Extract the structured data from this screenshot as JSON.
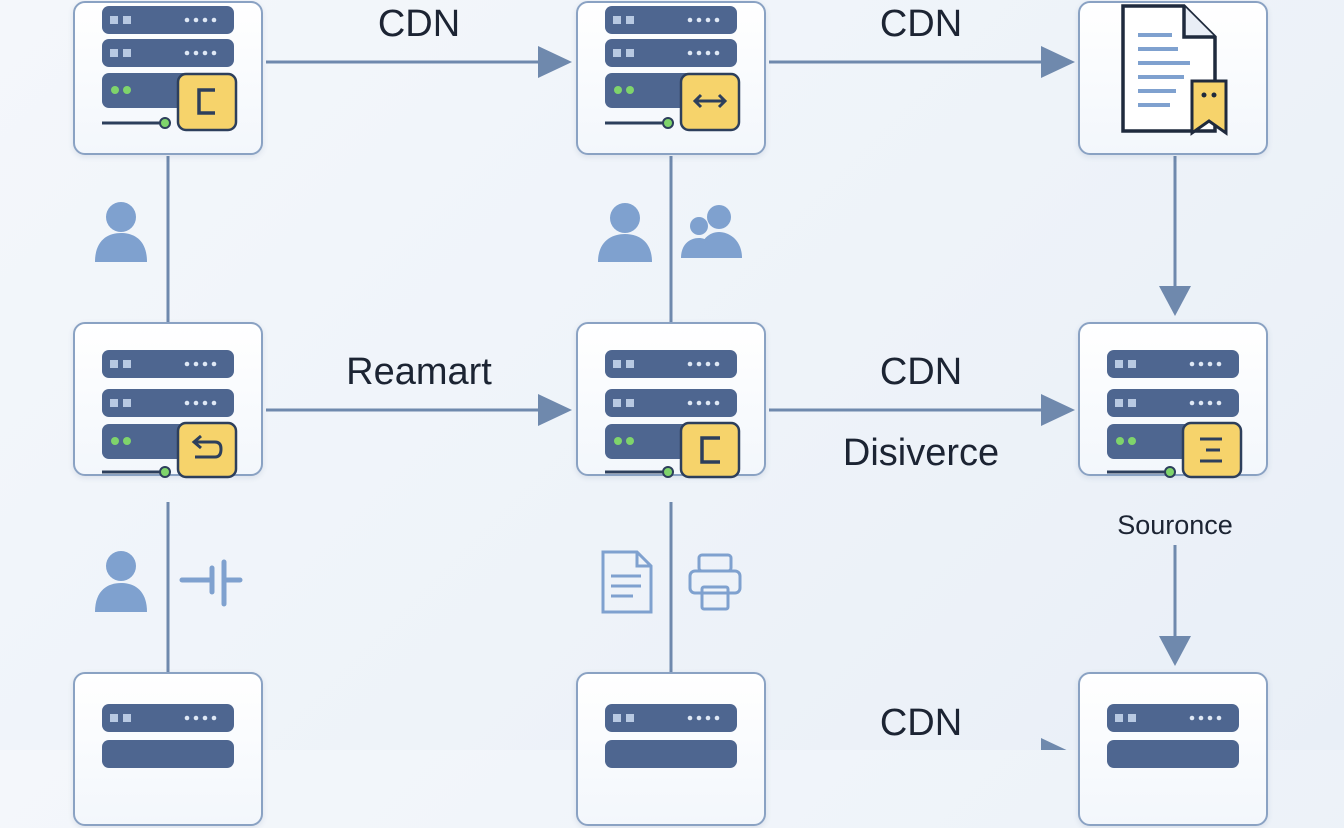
{
  "diagram": {
    "edge_labels": {
      "top_left": "CDN",
      "top_right": "CDN",
      "mid_left": "Reamart",
      "mid_right_a": "CDN",
      "mid_right_b": "Disiverce",
      "bottom_right": "CDN"
    },
    "node_captions": {
      "mid_right": "Souronce"
    },
    "nodes": [
      {
        "id": "server-top-left",
        "badge": "bracket"
      },
      {
        "id": "server-top-center",
        "badge": "double-arrow"
      },
      {
        "id": "document-top-right",
        "badge": "bookmark"
      },
      {
        "id": "server-mid-left",
        "badge": "return-arrow"
      },
      {
        "id": "server-mid-center",
        "badge": "bracket"
      },
      {
        "id": "server-mid-right",
        "badge": "lines"
      },
      {
        "id": "server-bottom-left",
        "badge": "none"
      },
      {
        "id": "server-bottom-center",
        "badge": "none"
      },
      {
        "id": "server-bottom-right",
        "badge": "none"
      }
    ],
    "side_icons": [
      "user-icon",
      "user-icon",
      "users-icon",
      "user-icon",
      "plug-icon",
      "document-icon",
      "printer-icon"
    ],
    "colors": {
      "connector": "#6f89ad",
      "icon_blue": "#7fa1cf",
      "server_body": "#4e6690",
      "badge": "#f6d36b",
      "node_border": "#8aa2c3"
    }
  }
}
